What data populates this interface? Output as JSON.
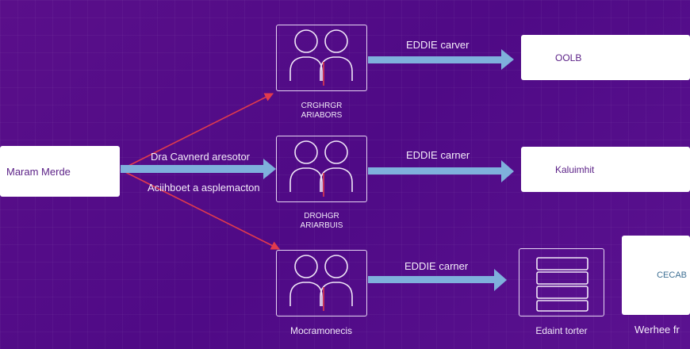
{
  "source": {
    "label": "Maram Merde"
  },
  "edge_labels": {
    "top": "Dra Cavnerd aresotor",
    "bottom": "Aciihboet a asplemacton"
  },
  "groups": [
    {
      "caption_line1": "CRGHRGR",
      "caption_line2": "ARIABORS",
      "arrow_label": "EDDIE carver",
      "target": "OOLB"
    },
    {
      "caption_line1": "DROHGR",
      "caption_line2": "ARIARBUIS",
      "arrow_label": "EDDIE carner",
      "target": "Kaluimhit"
    },
    {
      "caption": "Mocramonecis",
      "arrow_label": "EDDIE carner",
      "server_label": "Edaint torter",
      "target": "CECAB",
      "target_caption": "Werhee fr"
    }
  ],
  "colors": {
    "background": "#52098a",
    "arrow_blue": "#7fb0dc",
    "arrow_red": "#e23b4c",
    "box": "#ffffff",
    "box_text": "#5a1f86"
  }
}
